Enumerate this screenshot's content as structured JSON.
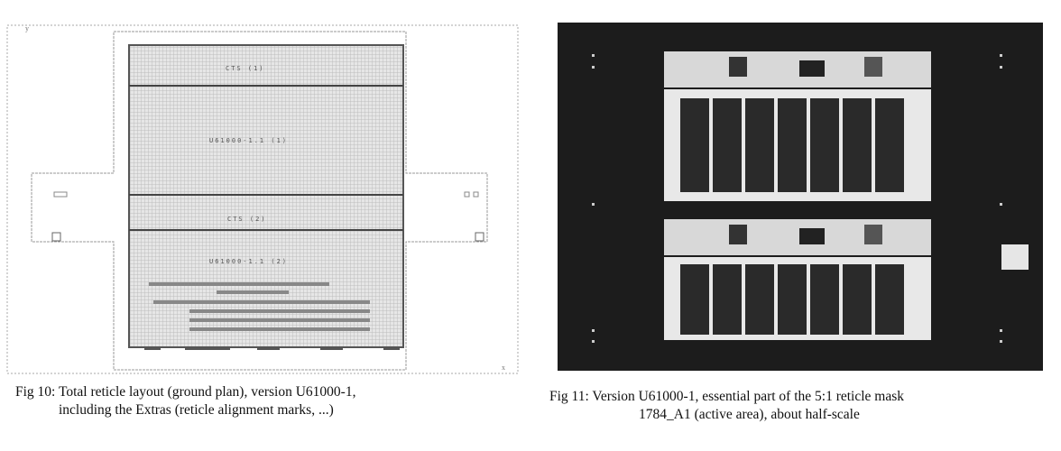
{
  "figures": [
    {
      "id": "fig10",
      "caption_line1": "Fig 10: Total reticle layout (ground plan),  version U61000-1,",
      "caption_line2": "including the Extras (reticle alignment marks, ...)",
      "layout_labels": [
        "CTS (1)",
        "U61000-1.1 (1)",
        "CTS (2)",
        "U61000-1.1 (2)"
      ],
      "axis_labels": [
        "y",
        "x"
      ]
    },
    {
      "id": "fig11",
      "caption_line1": "Fig 11: Version U61000-1, essential part of the 5:1 reticle mask",
      "caption_line2": "1784_A1 (active area), about half-scale"
    }
  ]
}
